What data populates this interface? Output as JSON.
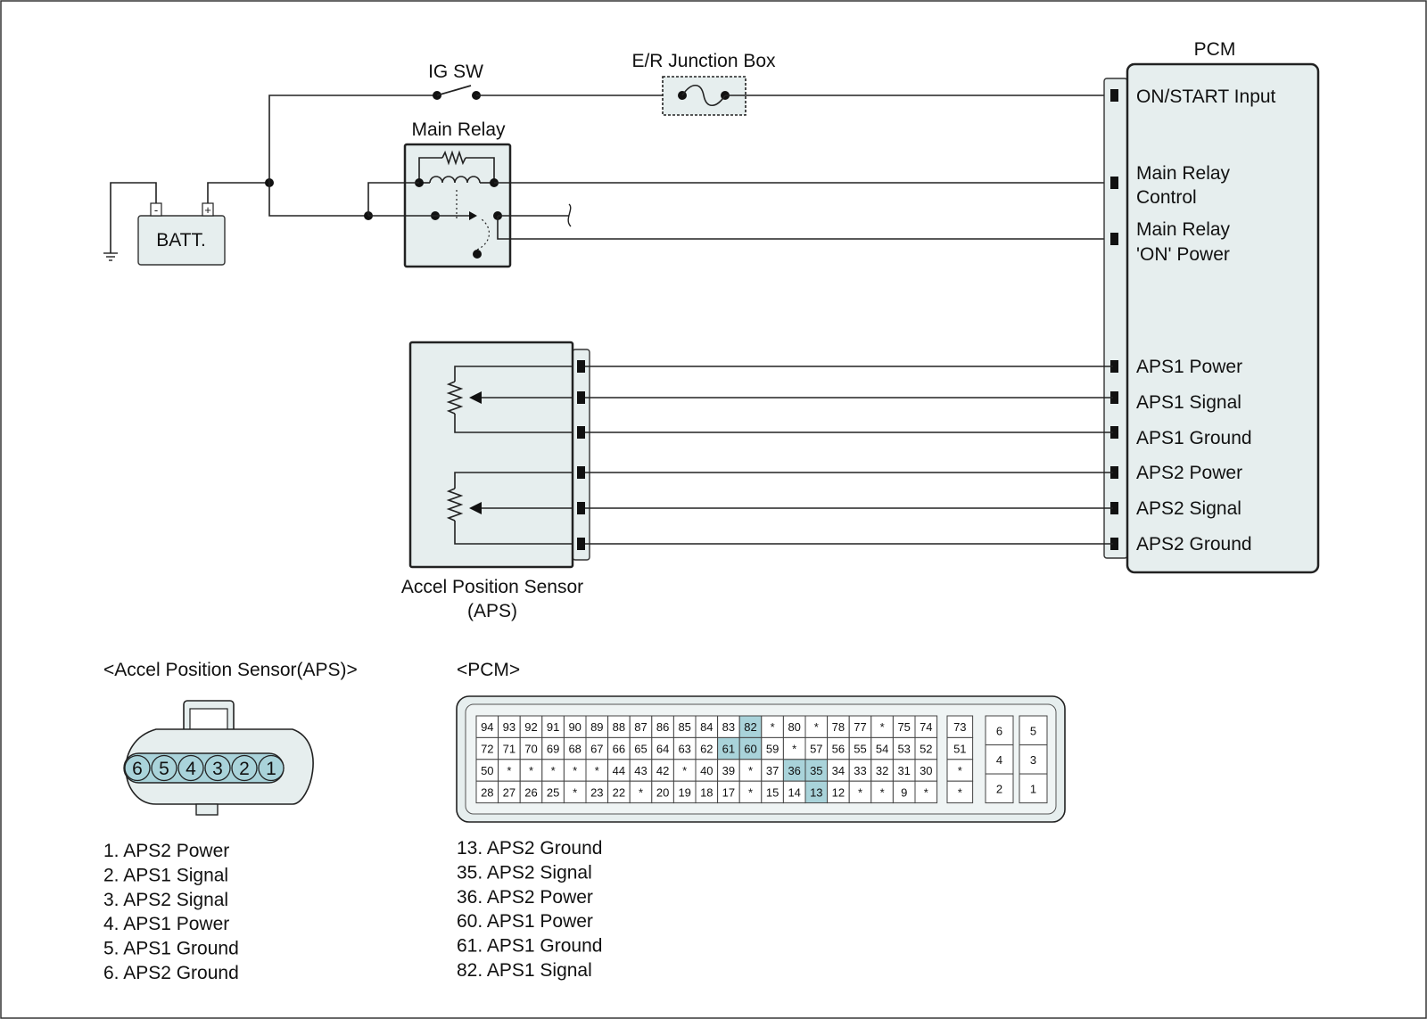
{
  "labels": {
    "ig_sw": "IG SW",
    "junction_box": "E/R Junction Box",
    "pcm": "PCM",
    "main_relay": "Main Relay",
    "battery": "BATT.",
    "batt_minus": "-",
    "batt_plus": "+",
    "aps_line1": "Accel Position Sensor",
    "aps_line2": "(APS)",
    "aps_connector_title": "<Accel Position Sensor(APS)>",
    "pcm_connector_title": "<PCM>"
  },
  "pcm_inputs": {
    "on_start": "ON/START Input",
    "mr_control_1": "Main Relay",
    "mr_control_2": "Control",
    "mr_power_1": "Main Relay",
    "mr_power_2": "'ON' Power",
    "aps1_power": "APS1 Power",
    "aps1_signal": "APS1 Signal",
    "aps1_ground": "APS1 Ground",
    "aps2_power": "APS2 Power",
    "aps2_signal": "APS2 Signal",
    "aps2_ground": "APS2 Ground"
  },
  "aps_pins": [
    "6",
    "5",
    "4",
    "3",
    "2",
    "1"
  ],
  "aps_pin_list": [
    "1. APS2 Power",
    "2. APS1 Signal",
    "3. APS2 Signal",
    "4. APS1 Power",
    "5. APS1 Ground",
    "6. APS2 Ground"
  ],
  "pcm_pin_list": [
    "13. APS2 Ground",
    "35. APS2 Signal",
    "36. APS2 Power",
    "60. APS1 Power",
    "61. APS1 Ground",
    "82. APS1 Signal"
  ],
  "pcm_grid_rows": [
    [
      "94",
      "93",
      "92",
      "91",
      "90",
      "89",
      "88",
      "87",
      "86",
      "85",
      "84",
      "83",
      "82",
      "*",
      "80",
      "*",
      "78",
      "77",
      "*",
      "75",
      "74"
    ],
    [
      "72",
      "71",
      "70",
      "69",
      "68",
      "67",
      "66",
      "65",
      "64",
      "63",
      "62",
      "61",
      "60",
      "59",
      "*",
      "57",
      "56",
      "55",
      "54",
      "53",
      "52"
    ],
    [
      "50",
      "*",
      "*",
      "*",
      "*",
      "*",
      "44",
      "43",
      "42",
      "*",
      "40",
      "39",
      "*",
      "37",
      "36",
      "35",
      "34",
      "33",
      "32",
      "31",
      "30"
    ],
    [
      "28",
      "27",
      "26",
      "25",
      "*",
      "23",
      "22",
      "*",
      "20",
      "19",
      "18",
      "17",
      "*",
      "15",
      "14",
      "13",
      "12",
      "*",
      "*",
      "9",
      "*"
    ]
  ],
  "pcm_grid_side": [
    "73",
    "51",
    "*",
    "*"
  ],
  "pcm_grid_far": [
    [
      "6",
      "5"
    ],
    [
      "4",
      "3"
    ],
    [
      "2",
      "1"
    ]
  ],
  "highlight_pins": [
    "82",
    "61",
    "60",
    "36",
    "35",
    "13"
  ],
  "colors": {
    "highlight": "#a9d3da",
    "box_fill": "#e6eeee"
  }
}
